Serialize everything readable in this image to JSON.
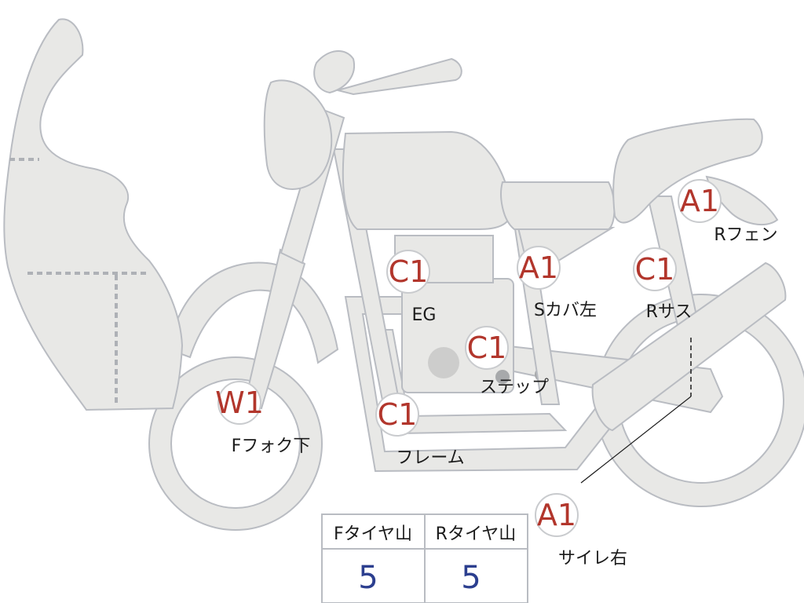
{
  "colors": {
    "part_fill": "#e8e8e6",
    "part_outline": "#b9bcc2",
    "grade_text": "#b2362c",
    "label_text": "#1b1b1b",
    "tread_value": "#2c3f8f"
  },
  "markers": [
    {
      "id": "f-fork",
      "grade": "W1",
      "label": "Fフォク下"
    },
    {
      "id": "engine",
      "grade": "C1",
      "label": "EG"
    },
    {
      "id": "step",
      "grade": "C1",
      "label": "ステップ"
    },
    {
      "id": "frame",
      "grade": "C1",
      "label": "フレーム"
    },
    {
      "id": "side-cover-left",
      "grade": "A1",
      "label": "Sカバ左"
    },
    {
      "id": "rear-suspension",
      "grade": "C1",
      "label": "Rサス"
    },
    {
      "id": "rear-fender",
      "grade": "A1",
      "label": "Rフェン"
    },
    {
      "id": "silencer-right",
      "grade": "A1",
      "label": "サイレ右"
    }
  ],
  "tread_table": {
    "headers": [
      "Fタイヤ山",
      "Rタイヤ山"
    ],
    "values": [
      "5",
      "5"
    ]
  }
}
